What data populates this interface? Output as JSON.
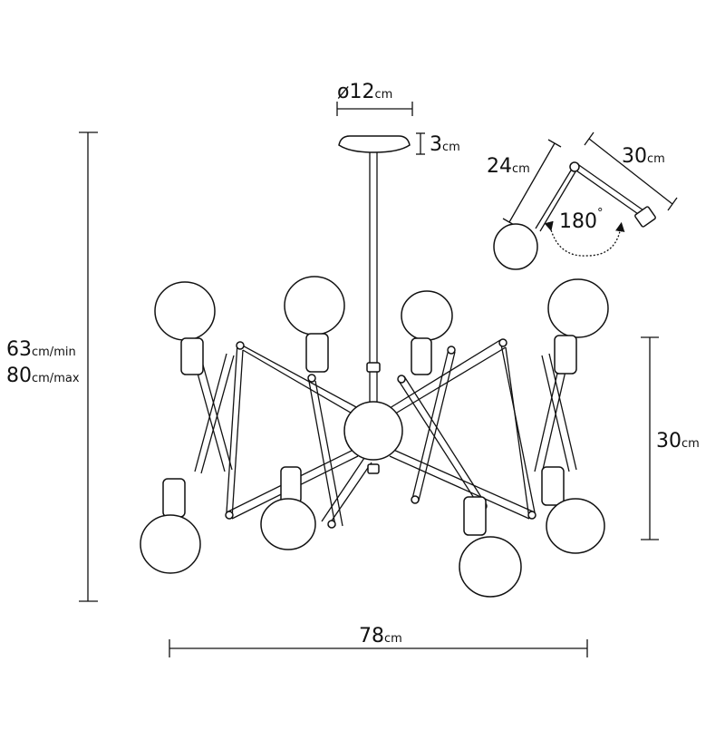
{
  "dimensions": {
    "canopy_diameter": {
      "value": "ø12",
      "unit": "cm"
    },
    "canopy_height": {
      "value": "3",
      "unit": "cm"
    },
    "overall_height": {
      "min_value": "63",
      "min_unit": "cm/min",
      "max_value": "80",
      "max_unit": "cm/max"
    },
    "arm_span": {
      "value": "30",
      "unit": "cm"
    },
    "overall_width": {
      "value": "78",
      "unit": "cm"
    }
  },
  "arm_detail": {
    "segment_a": {
      "value": "24",
      "unit": "cm"
    },
    "segment_b": {
      "value": "30",
      "unit": "cm"
    },
    "rotation": {
      "value": "180",
      "unit": "°"
    }
  },
  "colors": {
    "line": "#111111",
    "background": "#ffffff"
  }
}
